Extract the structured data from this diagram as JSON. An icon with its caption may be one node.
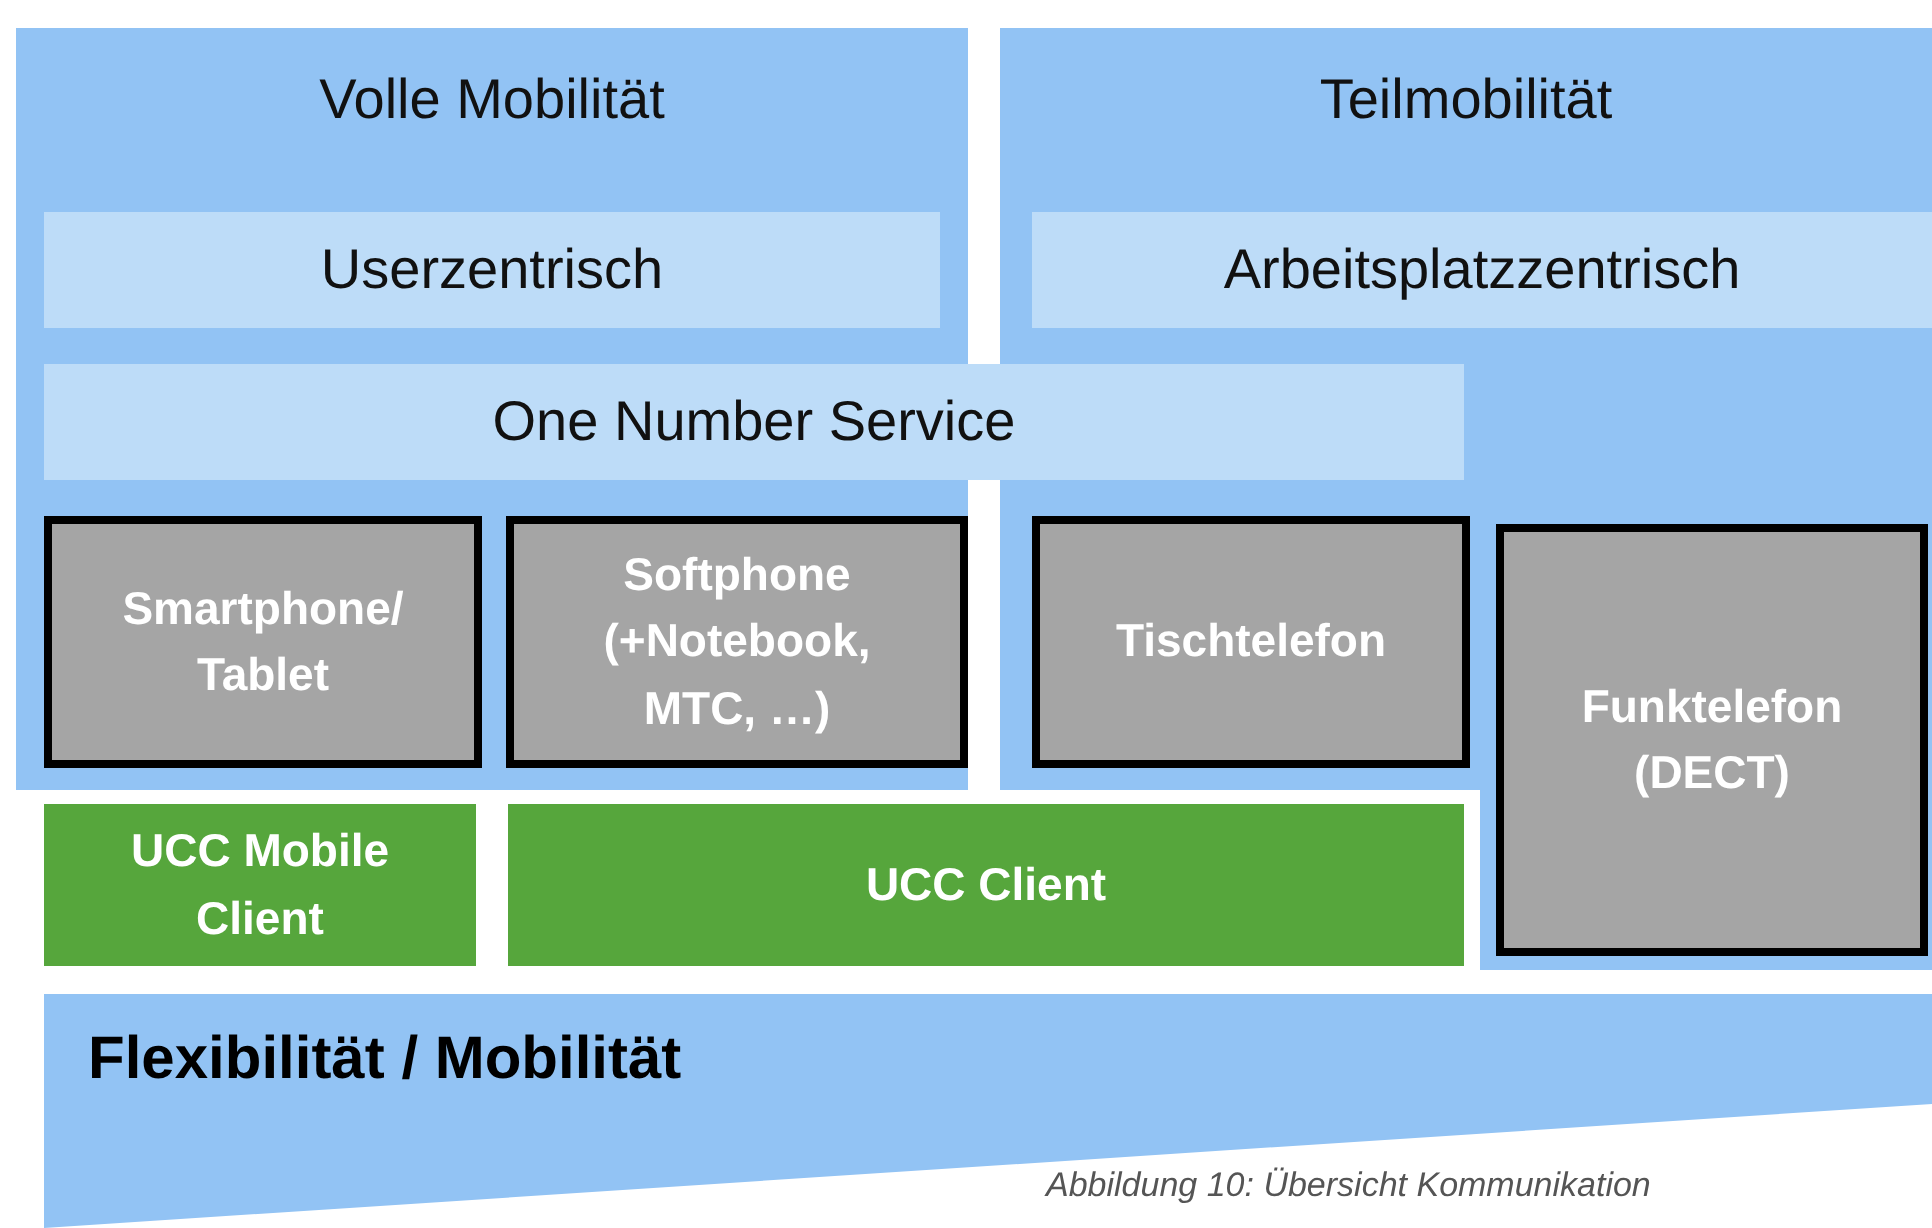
{
  "diagram": {
    "caption": "Abbildung 10: Übersicht Kommunikation",
    "nodes": [
      {
        "text": [
          "Volle Mobilität"
        ]
      },
      {
        "text": [
          "Teilmobilität"
        ]
      },
      {
        "text": [
          "Userzentrisch"
        ],
        "in": 0
      },
      {
        "text": [
          "Arbeitsplatzzentrisch"
        ],
        "in": 1
      },
      {
        "text": [
          "One Number Service"
        ]
      },
      {
        "text": [
          "Smartphone/ Tablet"
        ],
        "in": 0
      },
      {
        "text": [
          "Softphone (+Notebook, MTC, …)"
        ],
        "in": 0
      },
      {
        "text": [
          "Tischtelefon"
        ],
        "in": 1
      },
      {
        "text": [
          "Funktelefon (DECT)"
        ]
      },
      {
        "text": [
          "UCC Mobile Client"
        ]
      },
      {
        "text": [
          "UCC Client"
        ]
      },
      {
        "text": [
          "Flexibilität / Mobilität"
        ]
      }
    ]
  }
}
